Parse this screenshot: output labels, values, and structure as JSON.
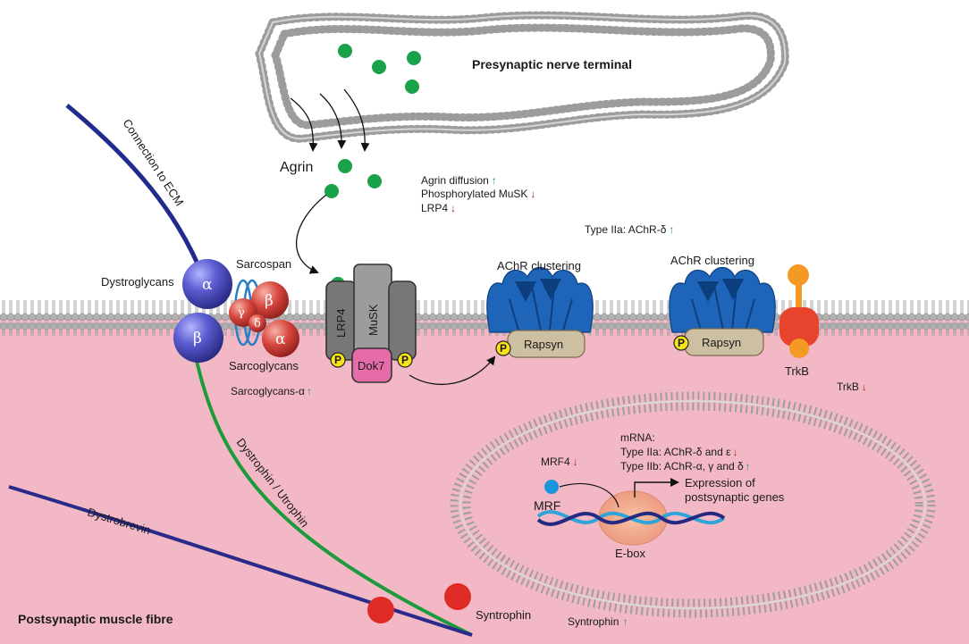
{
  "labels": {
    "presynaptic": "Presynaptic nerve terminal",
    "postsynaptic": "Postsynaptic muscle fibre",
    "agrin": "Agrin",
    "connection_ecm": "Connection to ECM",
    "dystroglycans": "Dystroglycans",
    "sarcospan": "Sarcospan",
    "sarcoglycans": "Sarcoglycans",
    "sarcoglycans_alpha": "Sarcoglycans-α",
    "lrp4": "LRP4",
    "musk": "MuSK",
    "dok7": "Dok7",
    "achr_clustering_1": "AChR clustering",
    "achr_clustering_2": "AChR clustering",
    "rapsyn_1": "Rapsyn",
    "rapsyn_2": "Rapsyn",
    "trkb": "TrkB",
    "trkb_change": "TrkB",
    "dystrophin": "Dystrophin / Utrophin",
    "dystrobrevin": "Dystrobrevin",
    "syntrophin": "Syntrophin",
    "syntrophin_change": "Syntrophin",
    "mrf": "MRF",
    "mrf4": "MRF4",
    "ebox": "E-box",
    "expression_1": "Expression of",
    "expression_2": "postsynaptic genes",
    "agrin_diffusion": "Agrin diffusion",
    "phos_musk": "Phosphorylated MuSK",
    "lrp4_change": "LRP4",
    "type2a_achr": "Type IIa: AChR-δ",
    "mrna": "mRNA:",
    "type2a_mrna": "Type IIa: AChR-δ and ε",
    "type2b_mrna": "Type IIb: AChR-α, γ and δ",
    "p": "P"
  },
  "greek": {
    "alpha": "α",
    "beta": "β",
    "gamma": "γ",
    "delta": "δ"
  },
  "arrows": {
    "up": "↑",
    "down": "↓"
  },
  "colors": {
    "cytoplasm": "#f2b8c6",
    "membrane_head": "#a9a9a9",
    "agrin": "#1aa24a",
    "dystroglycan": "#4a4bb5",
    "sarcoglycan": "#d8423c",
    "receptor": "#8a8a8a",
    "dok7": "#e56ca8",
    "achr": "#1e64b8",
    "rapsyn": "#cdbfa2",
    "phospho": "#f7e418",
    "trkb_red": "#e8432c",
    "trkb_orange": "#f49a24",
    "dystrophin": "#1d9b3c",
    "dystrobrevin": "#2a2a8a",
    "ebox": "#f4b38e",
    "up_arrow": "#1f9a4e",
    "down_arrow": "#b21f24"
  }
}
